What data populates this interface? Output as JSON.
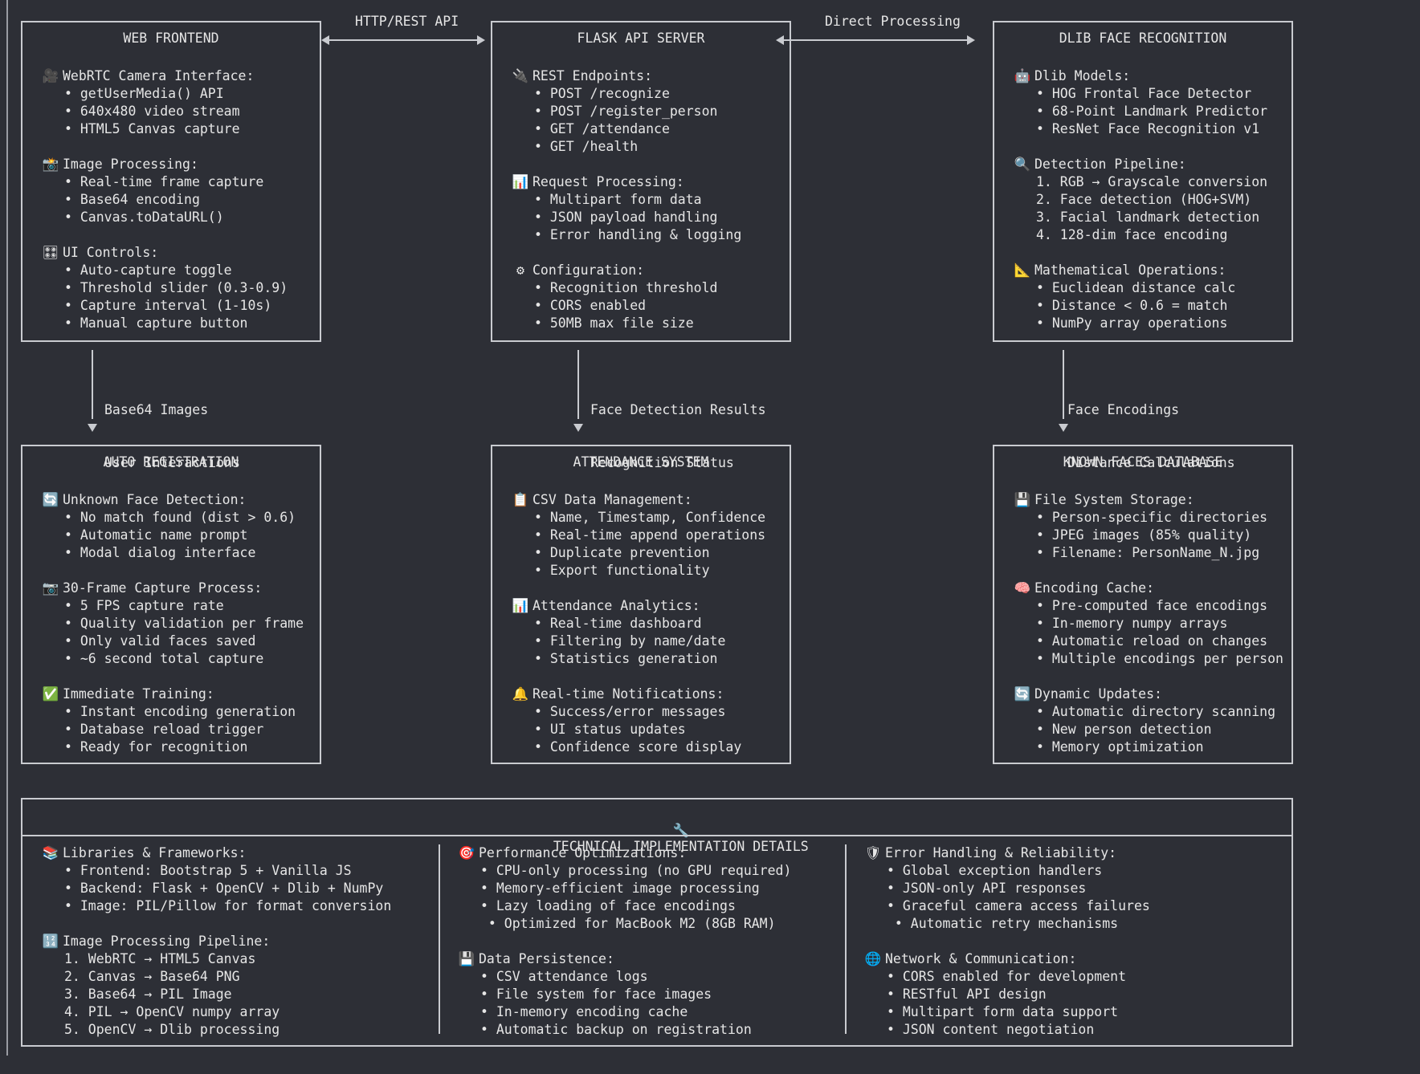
{
  "connectors": {
    "http_rest": "HTTP/REST API",
    "direct_processing": "Direct Processing",
    "frontend_down": [
      "Base64 Images",
      "User Interactions"
    ],
    "flask_down": [
      "Face Detection Results",
      "Recognition Status"
    ],
    "dlib_down": [
      "Face Encodings",
      "Distance Calculations"
    ]
  },
  "boxes": {
    "web_frontend": {
      "title": "WEB FRONTEND",
      "sections": [
        {
          "icon": "🎥",
          "icon_name": "video-camera-icon",
          "heading": "WebRTC Camera Interface:",
          "items": [
            "• getUserMedia() API",
            "• 640x480 video stream",
            "• HTML5 Canvas capture"
          ]
        },
        {
          "icon": "📸",
          "icon_name": "camera-flash-icon",
          "heading": "Image Processing:",
          "items": [
            "• Real-time frame capture",
            "• Base64 encoding",
            "• Canvas.toDataURL()"
          ]
        },
        {
          "icon": "🎛",
          "icon_name": "control-knobs-icon",
          "heading": "UI Controls:",
          "items": [
            "• Auto-capture toggle",
            "• Threshold slider (0.3-0.9)",
            "• Capture interval (1-10s)",
            "• Manual capture button"
          ]
        }
      ]
    },
    "flask_api": {
      "title": "FLASK API SERVER",
      "sections": [
        {
          "icon": "🔌",
          "icon_name": "plug-icon",
          "heading": "REST Endpoints:",
          "items": [
            "• POST /recognize",
            "• POST /register_person",
            "• GET /attendance",
            "• GET /health"
          ]
        },
        {
          "icon": "📊",
          "icon_name": "bar-chart-icon",
          "heading": "Request Processing:",
          "items": [
            "• Multipart form data",
            "• JSON payload handling",
            "• Error handling & logging"
          ]
        },
        {
          "icon": "⚙",
          "icon_name": "gear-icon",
          "heading": "Configuration:",
          "items": [
            "• Recognition threshold",
            "• CORS enabled",
            "• 50MB max file size"
          ]
        }
      ]
    },
    "dlib": {
      "title": "DLIB FACE RECOGNITION",
      "sections": [
        {
          "icon": "🤖",
          "icon_name": "robot-icon",
          "heading": "Dlib Models:",
          "items": [
            "• HOG Frontal Face Detector",
            "• 68-Point Landmark Predictor",
            "• ResNet Face Recognition v1"
          ]
        },
        {
          "icon": "🔍",
          "icon_name": "magnifier-icon",
          "heading": "Detection Pipeline:",
          "items": [
            "1. RGB → Grayscale conversion",
            "2. Face detection (HOG+SVM)",
            "3. Facial landmark detection",
            "4. 128-dim face encoding"
          ]
        },
        {
          "icon": "📐",
          "icon_name": "triangle-ruler-icon",
          "heading": "Mathematical Operations:",
          "items": [
            "• Euclidean distance calc",
            "• Distance < 0.6 = match",
            "• NumPy array operations"
          ]
        }
      ]
    },
    "auto_registration": {
      "title": "AUTO REGISTRATION",
      "sections": [
        {
          "icon": "🔄",
          "icon_name": "refresh-icon",
          "heading": "Unknown Face Detection:",
          "items": [
            "• No match found (dist > 0.6)",
            "• Automatic name prompt",
            "• Modal dialog interface"
          ]
        },
        {
          "icon": "📷",
          "icon_name": "camera-icon",
          "heading": "30-Frame Capture Process:",
          "items": [
            "• 5 FPS capture rate",
            "• Quality validation per frame",
            "• Only valid faces saved",
            "• ~6 second total capture"
          ]
        },
        {
          "icon": "✅",
          "icon_name": "check-mark-icon",
          "heading": "Immediate Training:",
          "items": [
            "• Instant encoding generation",
            "• Database reload trigger",
            "• Ready for recognition"
          ]
        }
      ]
    },
    "attendance": {
      "title": "ATTENDANCE SYSTEM",
      "sections": [
        {
          "icon": "📋",
          "icon_name": "clipboard-icon",
          "heading": "CSV Data Management:",
          "items": [
            "• Name, Timestamp, Confidence",
            "• Real-time append operations",
            "• Duplicate prevention",
            "• Export functionality"
          ]
        },
        {
          "icon": "📊",
          "icon_name": "bar-chart-icon",
          "heading": "Attendance Analytics:",
          "items": [
            "• Real-time dashboard",
            "• Filtering by name/date",
            "• Statistics generation"
          ]
        },
        {
          "icon": "🔔",
          "icon_name": "bell-icon",
          "heading": "Real-time Notifications:",
          "items": [
            "• Success/error messages",
            "• UI status updates",
            "• Confidence score display"
          ]
        }
      ]
    },
    "known_faces": {
      "title": "KNOWN FACES DATABASE",
      "sections": [
        {
          "icon": "💾",
          "icon_name": "floppy-disk-icon",
          "heading": "File System Storage:",
          "items": [
            "• Person-specific directories",
            "• JPEG images (85% quality)",
            "• Filename: PersonName_N.jpg"
          ]
        },
        {
          "icon": "🧠",
          "icon_name": "brain-icon",
          "heading": "Encoding Cache:",
          "items": [
            "• Pre-computed face encodings",
            "• In-memory numpy arrays",
            "• Automatic reload on changes",
            "• Multiple encodings per person"
          ]
        },
        {
          "icon": "🔄",
          "icon_name": "refresh-icon",
          "heading": "Dynamic Updates:",
          "items": [
            "• Automatic directory scanning",
            "• New person detection",
            "• Memory optimization"
          ]
        }
      ]
    }
  },
  "technical": {
    "icon": "🔧",
    "title": "TECHNICAL IMPLEMENTATION DETAILS",
    "columns": [
      [
        {
          "icon": "📚",
          "icon_name": "books-icon",
          "heading": "Libraries & Frameworks:",
          "items": [
            "• Frontend: Bootstrap 5 + Vanilla JS",
            "• Backend: Flask + OpenCV + Dlib + NumPy",
            "• Image: PIL/Pillow for format conversion"
          ]
        },
        {
          "icon": "🔢",
          "icon_name": "numbers-icon",
          "heading": "Image Processing Pipeline:",
          "items": [
            "1. WebRTC → HTML5 Canvas",
            "2. Canvas → Base64 PNG",
            "3. Base64 → PIL Image",
            "4. PIL → OpenCV numpy array",
            "5. OpenCV → Dlib processing"
          ]
        }
      ],
      [
        {
          "icon": "🎯",
          "icon_name": "target-icon",
          "heading": "Performance Optimizations:",
          "items": [
            "• CPU-only processing (no GPU required)",
            "• Memory-efficient image processing",
            "• Lazy loading of face encodings",
            " • Optimized for MacBook M2 (8GB RAM)"
          ]
        },
        {
          "icon": "💾",
          "icon_name": "floppy-disk-icon",
          "heading": "Data Persistence:",
          "items": [
            "• CSV attendance logs",
            "• File system for face images",
            "• In-memory encoding cache",
            "• Automatic backup on registration"
          ]
        }
      ],
      [
        {
          "icon": "🛡",
          "icon_name": "shield-icon",
          "heading": "Error Handling & Reliability:",
          "items": [
            "• Global exception handlers",
            "• JSON-only API responses",
            "• Graceful camera access failures",
            " • Automatic retry mechanisms"
          ]
        },
        {
          "icon": "🌐",
          "icon_name": "globe-icon",
          "heading": "Network & Communication:",
          "items": [
            "• CORS enabled for development",
            "• RESTful API design",
            "• Multipart form data support",
            "• JSON content negotiation"
          ]
        }
      ]
    ]
  }
}
